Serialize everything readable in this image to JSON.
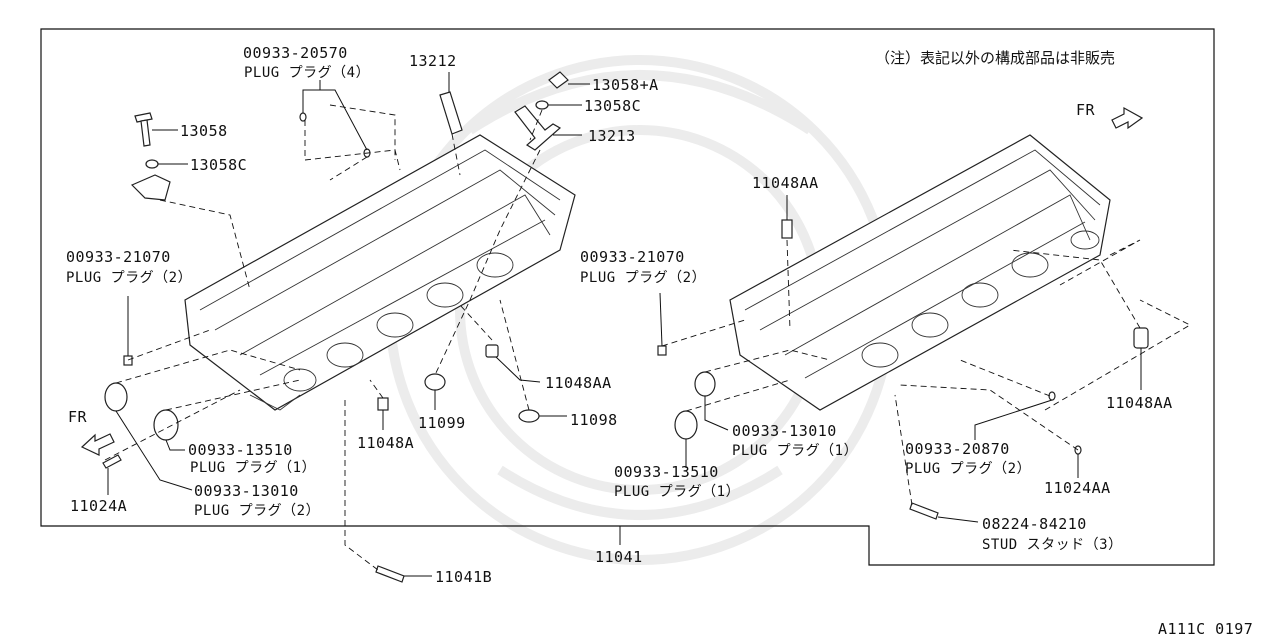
{
  "note": "（注）表記以外の構成部品は非販売",
  "fr_left": "FR",
  "fr_right": "FR",
  "diagram_code": "A111C 0197",
  "parts": {
    "p00933_20570_num": "00933-20570",
    "p00933_20570_desc": "PLUG プラグ（4）",
    "p13212": "13212",
    "p13058A": "13058+A",
    "p13058C_top": "13058C",
    "p13213": "13213",
    "p13058": "13058",
    "p13058C_left": "13058C",
    "p00933_21070_left_num": "00933-21070",
    "p00933_21070_left_desc": "PLUG プラグ（2）",
    "p11048AA_top": "11048AA",
    "p00933_21070_mid_num": "00933-21070",
    "p00933_21070_mid_desc": "PLUG プラグ（2）",
    "p11048AA_mid": "11048AA",
    "p11048AA_right": "11048AA",
    "p11099": "11099",
    "p11098": "11098",
    "p11048A": "11048A",
    "p00933_13510_left_num": "00933-13510",
    "p00933_13510_left_desc": "PLUG プラグ（1）",
    "p00933_13010_left_num": "00933-13010",
    "p00933_13010_left_desc": "PLUG プラグ（2）",
    "p11024A": "11024A",
    "p00933_13010_mid_num": "00933-13010",
    "p00933_13010_mid_desc": "PLUG プラグ（1）",
    "p00933_13510_mid_num": "00933-13510",
    "p00933_13510_mid_desc": "PLUG プラグ（1）",
    "p00933_20870_num": "00933-20870",
    "p00933_20870_desc": "PLUG プラグ（2）",
    "p11024AA": "11024AA",
    "p08224_84210_num": "08224-84210",
    "p08224_84210_desc": "STUD スタッド（3）",
    "p11041": "11041",
    "p11041B": "11041B"
  }
}
